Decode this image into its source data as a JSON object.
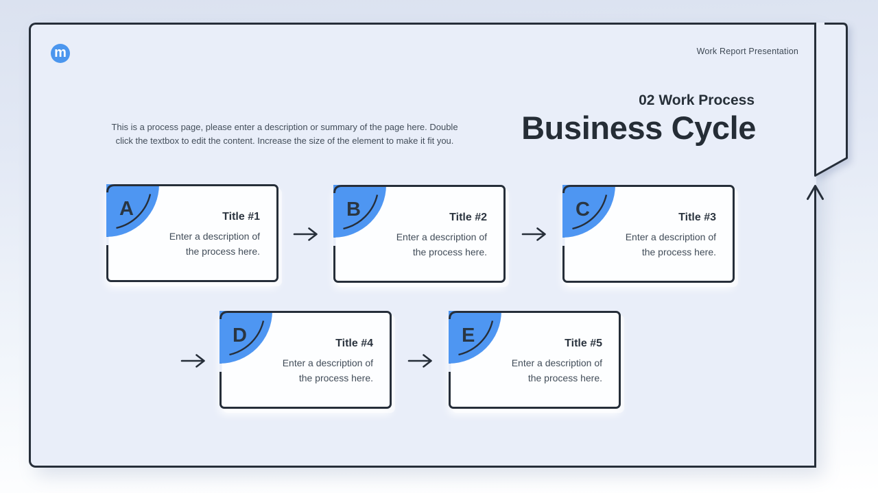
{
  "colors": {
    "accent_blue": "#4e96f2",
    "logo_blue": "#4b96ee",
    "ink": "#262e39",
    "slide_background": "#e9eef9",
    "card_background": "#fdfeff"
  },
  "header": {
    "brand_letter": "m",
    "top_right_label": "Work Report Presentation"
  },
  "title_block": {
    "kicker": "02 Work Process",
    "title": "Business Cycle"
  },
  "description": {
    "line1": "This is a process page, please enter a description or summary of the page here. Double",
    "line2": "click the textbox to edit the content. Increase the size of the element to make it fit you."
  },
  "cards": [
    {
      "letter": "A",
      "title": "Title #1",
      "desc_line1": "Enter a description of",
      "desc_line2": "the process here."
    },
    {
      "letter": "B",
      "title": "Title #2",
      "desc_line1": "Enter a description of",
      "desc_line2": "the process here."
    },
    {
      "letter": "C",
      "title": "Title #3",
      "desc_line1": "Enter a description of",
      "desc_line2": "the process here."
    },
    {
      "letter": "D",
      "title": "Title #4",
      "desc_line1": "Enter a description of",
      "desc_line2": "the process here."
    },
    {
      "letter": "E",
      "title": "Title #5",
      "desc_line1": "Enter a description of",
      "desc_line2": "the process here."
    }
  ]
}
